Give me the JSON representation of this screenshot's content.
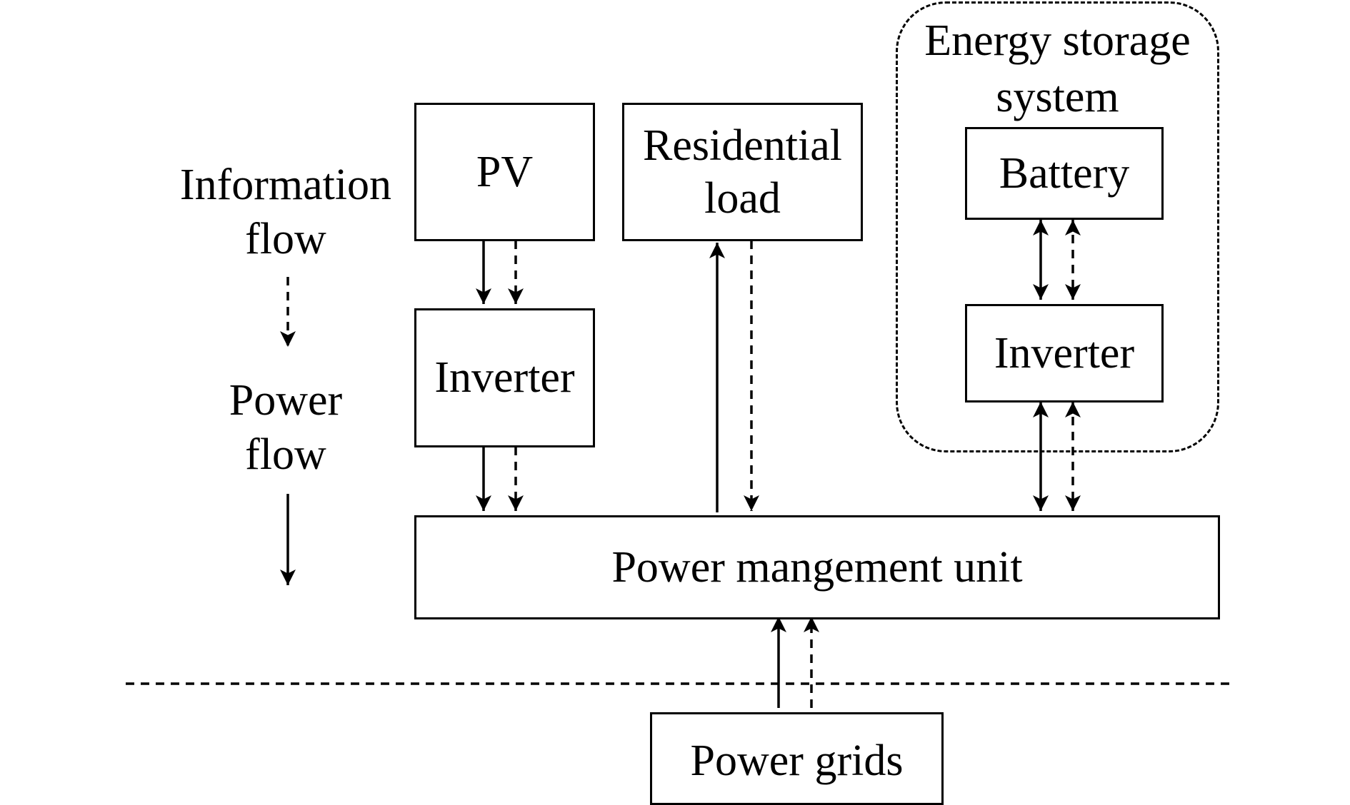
{
  "legend": {
    "information_flow": "Information flow",
    "power_flow": "Power flow"
  },
  "nodes": {
    "pv": "PV",
    "pv_inverter": "Inverter",
    "residential_load": "Residential load",
    "storage_group": "Energy storage system",
    "battery": "Battery",
    "storage_inverter": "Inverter",
    "pmu": "Power mangement unit",
    "grid": "Power grids"
  }
}
